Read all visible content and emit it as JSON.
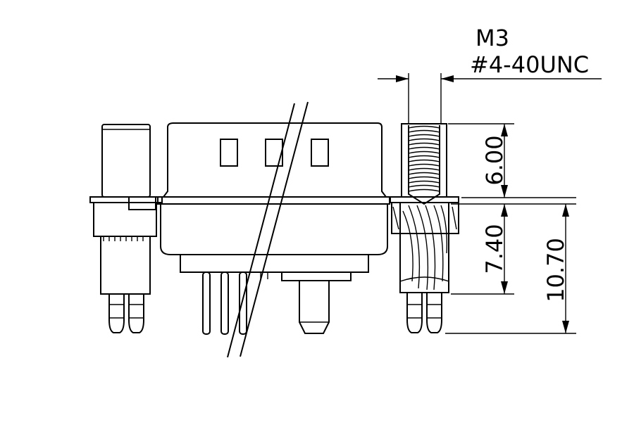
{
  "thread": {
    "line1": "M3",
    "line2": "#4-40UNC"
  },
  "dimensions": {
    "thread_depth": "6.00",
    "body_height": "7.40",
    "overall_height": "10.70"
  }
}
